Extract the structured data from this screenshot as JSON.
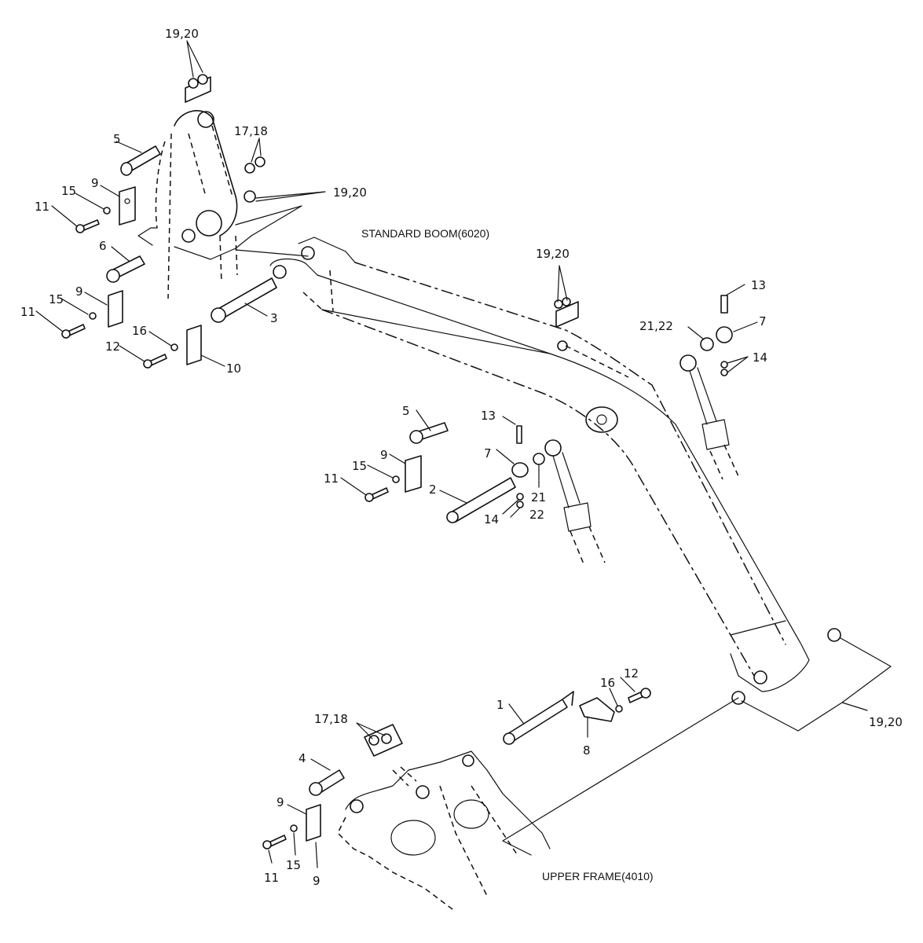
{
  "titles": {
    "boom": "STANDARD BOOM(6020)",
    "frame": "UPPER FRAME(4010)"
  },
  "callouts": {
    "c01": "19,20",
    "c02": "5",
    "c03": "17,18",
    "c04": "9",
    "c05": "15",
    "c06": "19,20",
    "c07": "11",
    "c08": "6",
    "c09": "9",
    "c10": "15",
    "c11": "11",
    "c12": "3",
    "c13": "16",
    "c14": "12",
    "c15": "10",
    "c16": "19,20",
    "c17": "13",
    "c18": "21,22",
    "c19": "7",
    "c20": "14",
    "c21": "5",
    "c22": "13",
    "c23": "9",
    "c24": "15",
    "c25": "7",
    "c26": "11",
    "c27": "2",
    "c28": "21",
    "c29": "14",
    "c30": "22",
    "c31": "1",
    "c32": "16",
    "c33": "12",
    "c34": "17,18",
    "c35": "8",
    "c36": "4",
    "c37": "19,20",
    "c38": "9",
    "c39": "11",
    "c40": "15",
    "c41": "9"
  }
}
